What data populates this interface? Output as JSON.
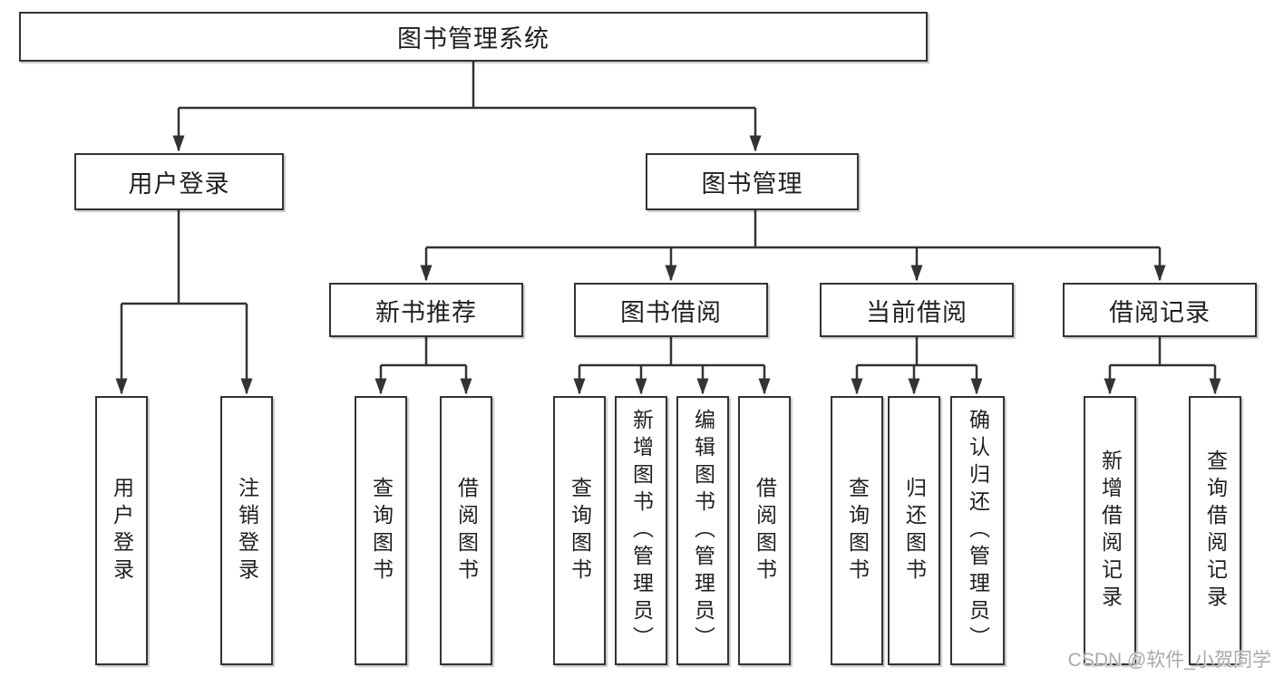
{
  "colors": {
    "line": "#333333",
    "text": "#1f1f1f",
    "box_background": "#ffffff",
    "watermark": "#a9a9a9"
  },
  "tree": {
    "root": {
      "label": "图书管理系统"
    },
    "user_login": {
      "label": "用户登录",
      "children": [
        {
          "label": "用户登录"
        },
        {
          "label": "注销登录"
        }
      ]
    },
    "book_management": {
      "label": "图书管理",
      "children": [
        {
          "label": "新书推荐",
          "children": [
            {
              "label": "查询图书"
            },
            {
              "label": "借阅图书"
            }
          ]
        },
        {
          "label": "图书借阅",
          "children": [
            {
              "label": "查询图书"
            },
            {
              "label": "新增图书（管理员）"
            },
            {
              "label": "编辑图书（管理员）"
            },
            {
              "label": "借阅图书"
            }
          ]
        },
        {
          "label": "当前借阅",
          "children": [
            {
              "label": "查询图书"
            },
            {
              "label": "归还图书"
            },
            {
              "label": "确认归还（管理员）"
            }
          ]
        },
        {
          "label": "借阅记录",
          "children": [
            {
              "label": "新增借阅记录"
            },
            {
              "label": "查询借阅记录"
            }
          ]
        }
      ]
    }
  },
  "watermark": {
    "text": "CSDN @软件_小贺同学"
  }
}
